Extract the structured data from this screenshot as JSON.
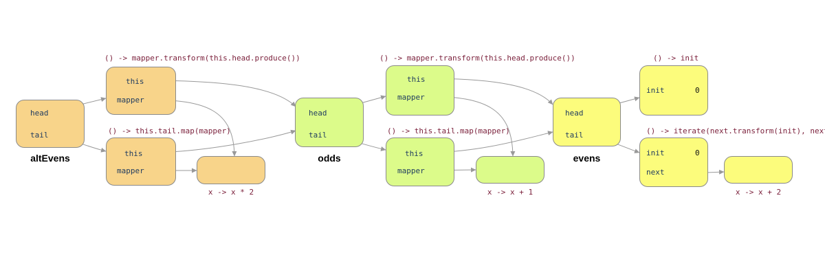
{
  "diagram": {
    "altEvens": {
      "name": "altEvens",
      "head_label": "head",
      "tail_label": "tail",
      "head_thunk": {
        "code": "() -> mapper.transform(this.head.produce())",
        "this_label": "this",
        "mapper_label": "mapper"
      },
      "tail_thunk": {
        "code": "() -> this.tail.map(mapper)",
        "this_label": "this",
        "mapper_label": "mapper"
      },
      "lambda_label": "x -> x * 2"
    },
    "odds": {
      "name": "odds",
      "head_label": "head",
      "tail_label": "tail",
      "head_thunk": {
        "code": "() -> mapper.transform(this.head.produce())",
        "this_label": "this",
        "mapper_label": "mapper"
      },
      "tail_thunk": {
        "code": "() -> this.tail.map(mapper)",
        "this_label": "this",
        "mapper_label": "mapper"
      },
      "lambda_label": "x -> x + 1"
    },
    "evens": {
      "name": "evens",
      "head_label": "head",
      "tail_label": "tail",
      "head_thunk": {
        "code": "() -> init",
        "init_label": "init",
        "init_value": "0"
      },
      "tail_thunk": {
        "code": "() -> iterate(next.transform(init), next)",
        "init_label": "init",
        "init_value": "0",
        "next_label": "next"
      },
      "lambda_label": "x -> x + 2"
    },
    "colors": {
      "altEvens": "#f8d48a",
      "odds": "#dcfb8a",
      "evens": "#fcfc7c",
      "code": "#7a1f3a",
      "arrow": "#999999"
    }
  }
}
